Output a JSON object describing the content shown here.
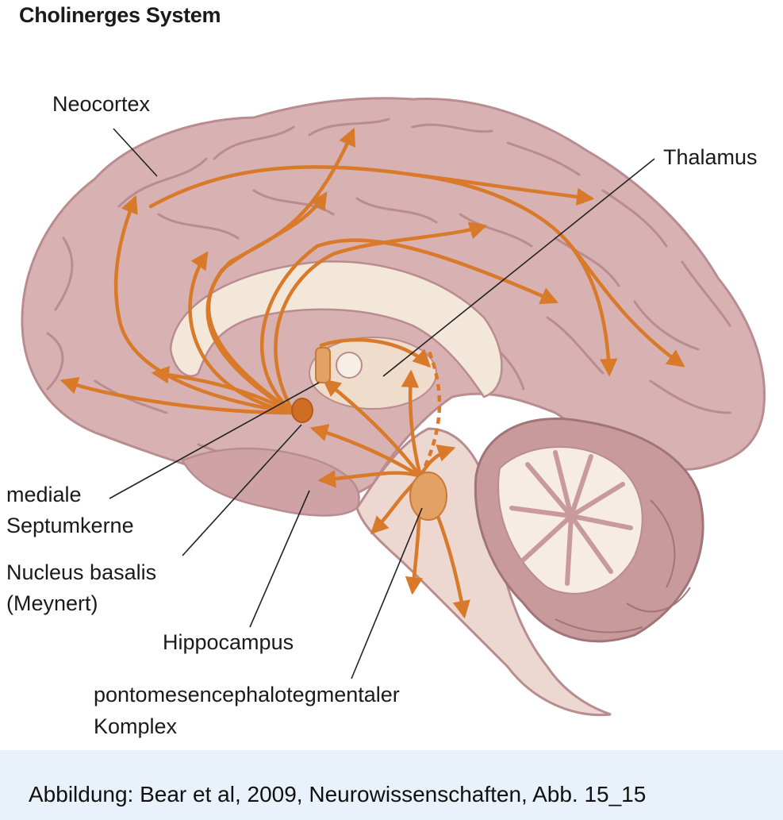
{
  "title": "Cholinerges System",
  "labels": {
    "neocortex": "Neocortex",
    "thalamus": "Thalamus",
    "septum_1": "mediale",
    "septum_2": "Septumkerne",
    "basalis_1": "Nucleus basalis",
    "basalis_2": "(Meynert)",
    "hippocampus": "Hippocampus",
    "ppt_1": "pontomesencephalotegmentaler",
    "ppt_2": "Komplex"
  },
  "caption": "Abbildung: Bear et al, 2009, Neurowissenschaften, Abb. 15_15",
  "colors": {
    "background": "#e9f1fa",
    "panel": "#ffffff",
    "brain": "#d8b2b3",
    "brain_shadow": "#b98c90",
    "white_matter": "#f3e7da",
    "pathway": "#d87a2a",
    "nucleus": "#e2a165"
  }
}
